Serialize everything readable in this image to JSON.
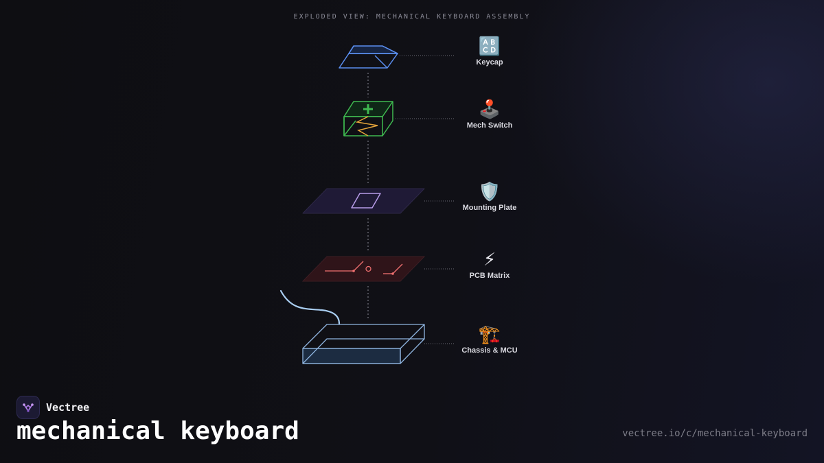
{
  "diagram": {
    "title": "EXPLODED VIEW: MECHANICAL KEYBOARD ASSEMBLY",
    "layers": [
      {
        "label": "Keycap",
        "icon": "🔠",
        "icon_name": "abcd-icon"
      },
      {
        "label": "Mech Switch",
        "icon": "🕹️",
        "icon_name": "joystick-icon"
      },
      {
        "label": "Mounting Plate",
        "icon": "🛡️",
        "icon_name": "shield-icon"
      },
      {
        "label": "PCB Matrix",
        "icon": "⚡",
        "icon_name": "lightning-icon"
      },
      {
        "label": "Chassis & MCU",
        "icon": "🏗️",
        "icon_name": "crane-icon"
      }
    ]
  },
  "brand": {
    "name": "Vectree"
  },
  "page": {
    "title": "mechanical keyboard",
    "url": "vectree.io/c/mechanical-keyboard"
  },
  "colors": {
    "keycap": "#5b8ff0",
    "switch": "#3fb950",
    "switch_spring": "#e3a33a",
    "plate": "#b79ce8",
    "pcb": "#f07070",
    "chassis": "#8fb5e0",
    "cable": "#a9cdf0",
    "connector": "#8b8b97"
  }
}
